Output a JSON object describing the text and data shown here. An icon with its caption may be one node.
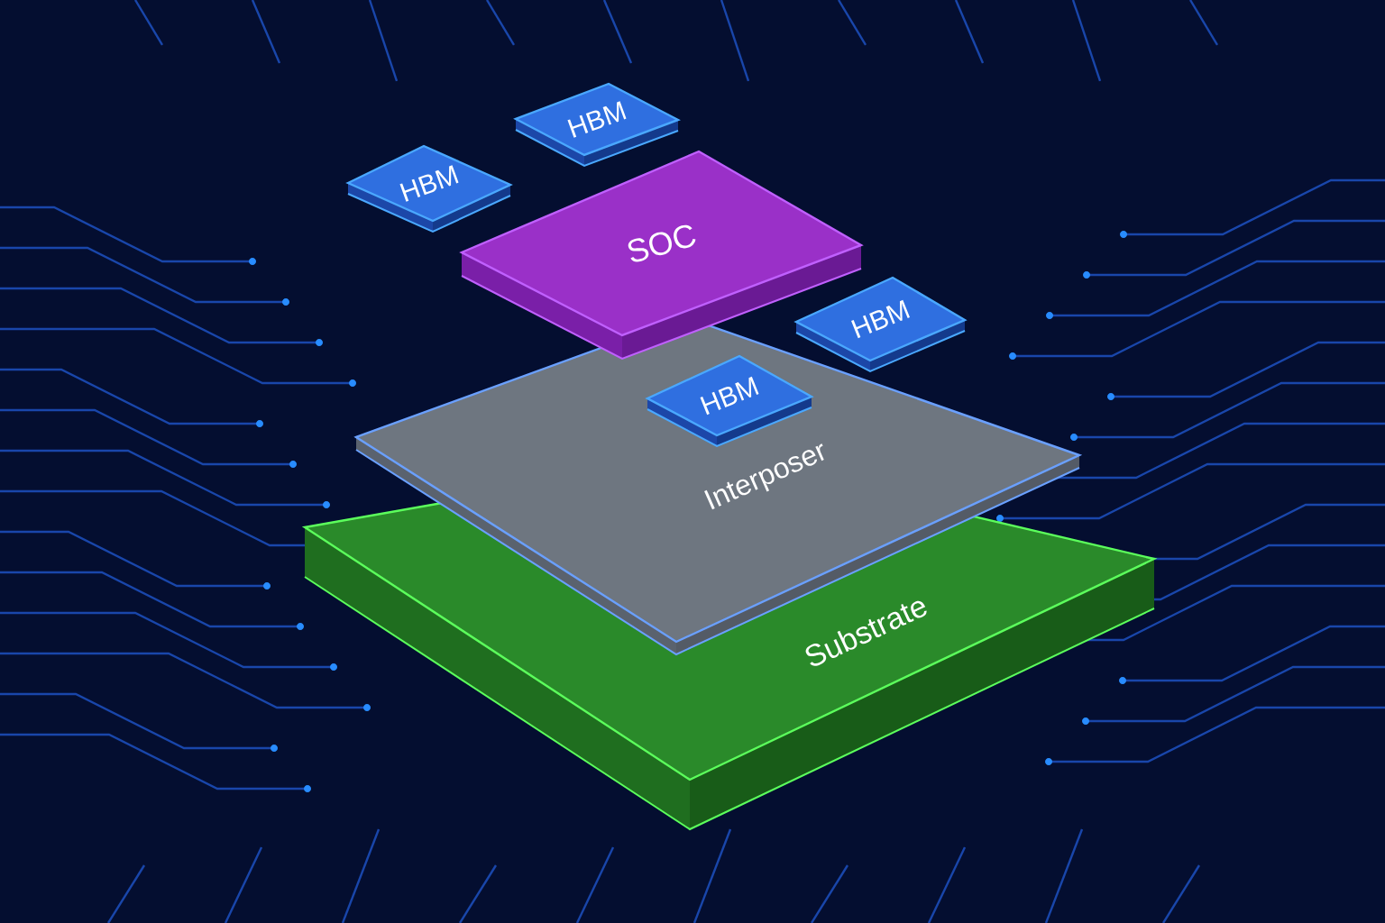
{
  "diagram": {
    "nodes": [
      {
        "text": [
          "HBM"
        ]
      },
      {
        "text": [
          "HBM"
        ]
      },
      {
        "text": [
          "SOC"
        ]
      },
      {
        "text": [
          "HBM"
        ]
      },
      {
        "text": [
          "Interposer"
        ]
      },
      {
        "text": [
          "HBM"
        ],
        "in": 4
      },
      {
        "text": [
          "Substrate"
        ]
      }
    ]
  }
}
